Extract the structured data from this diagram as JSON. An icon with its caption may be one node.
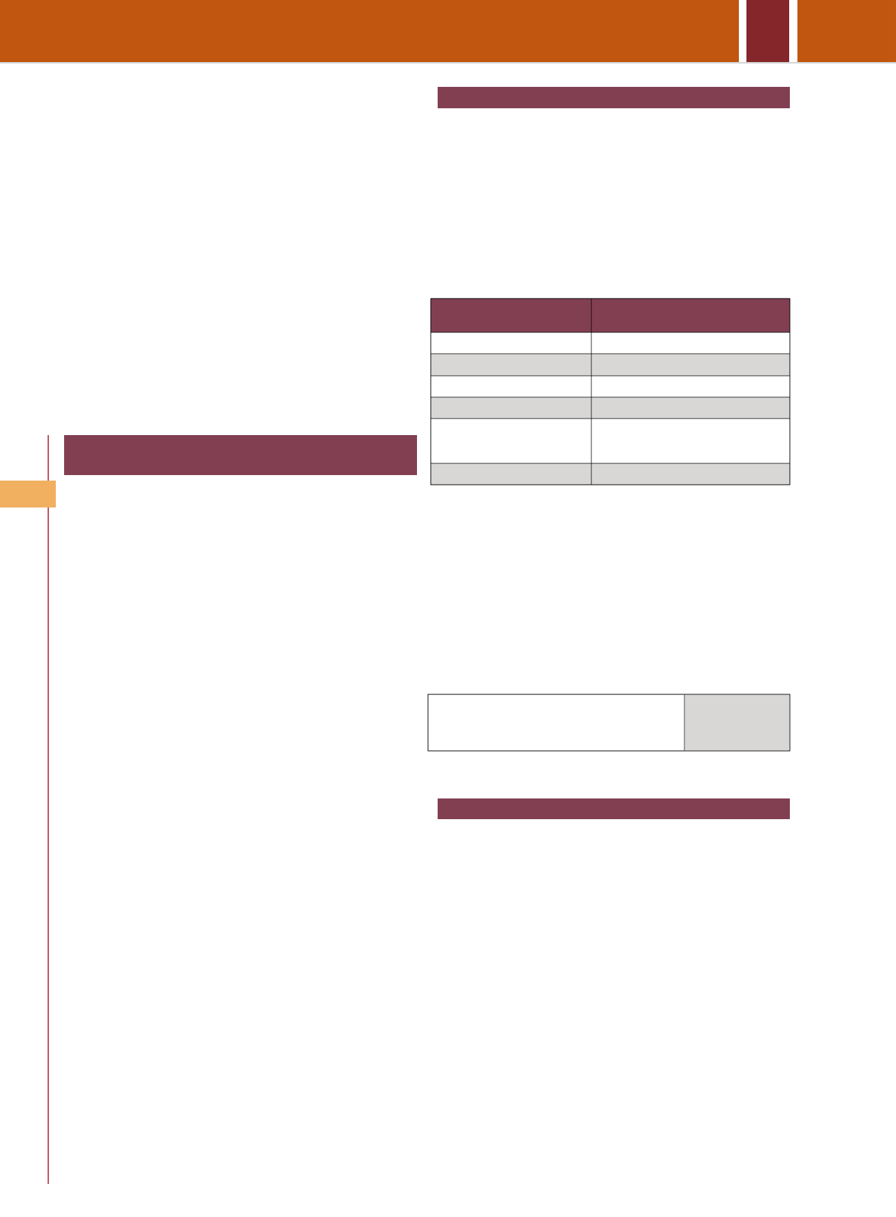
{
  "diagram": {
    "nodes": [
      {
        "text": [],
        "shape": "bar"
      },
      {
        "text": [],
        "shape": "bar"
      },
      {
        "text": [],
        "shape": "box"
      },
      {
        "text": [],
        "shape": "bar"
      }
    ]
  }
}
